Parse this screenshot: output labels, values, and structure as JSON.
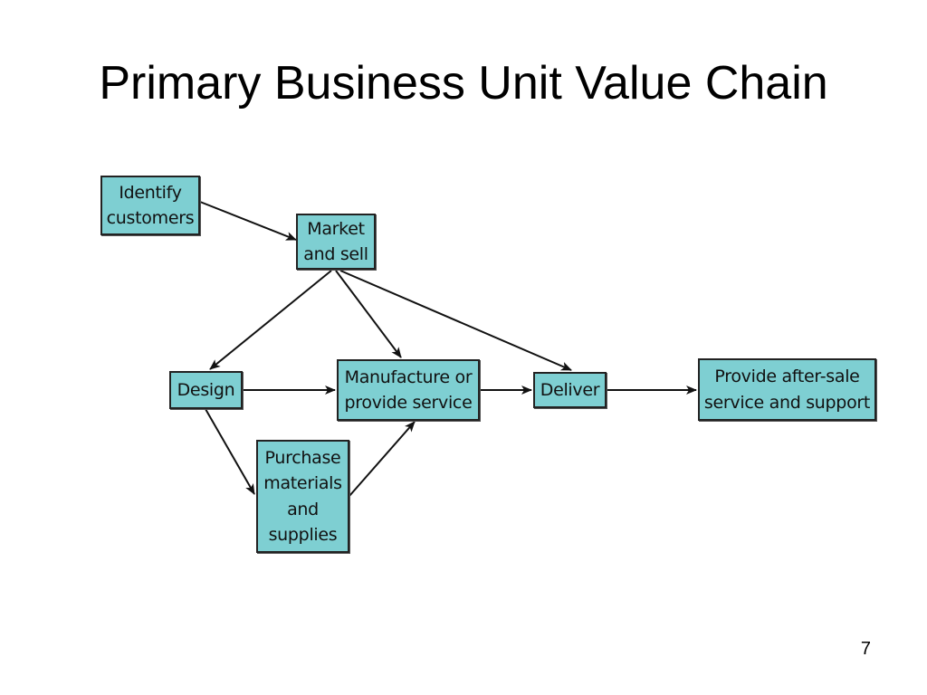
{
  "title": "Primary Business Unit Value Chain",
  "page_number": "7",
  "colors": {
    "box_fill": "#7ecfd2",
    "box_border": "#222222",
    "arrow": "#111111"
  },
  "nodes": {
    "identify_customers": "Identify\ncustomers",
    "market_and_sell": "Market\nand sell",
    "design": "Design",
    "manufacture": "Manufacture or\nprovide service",
    "deliver": "Deliver",
    "after_sale": "Provide after-sale\nservice and support",
    "purchase": "Purchase\nmaterials\nand\nsupplies"
  },
  "edges": [
    {
      "from": "identify_customers",
      "to": "market_and_sell"
    },
    {
      "from": "market_and_sell",
      "to": "design"
    },
    {
      "from": "market_and_sell",
      "to": "manufacture"
    },
    {
      "from": "market_and_sell",
      "to": "deliver"
    },
    {
      "from": "design",
      "to": "manufacture"
    },
    {
      "from": "design",
      "to": "purchase"
    },
    {
      "from": "purchase",
      "to": "manufacture"
    },
    {
      "from": "manufacture",
      "to": "deliver"
    },
    {
      "from": "deliver",
      "to": "after_sale"
    }
  ]
}
